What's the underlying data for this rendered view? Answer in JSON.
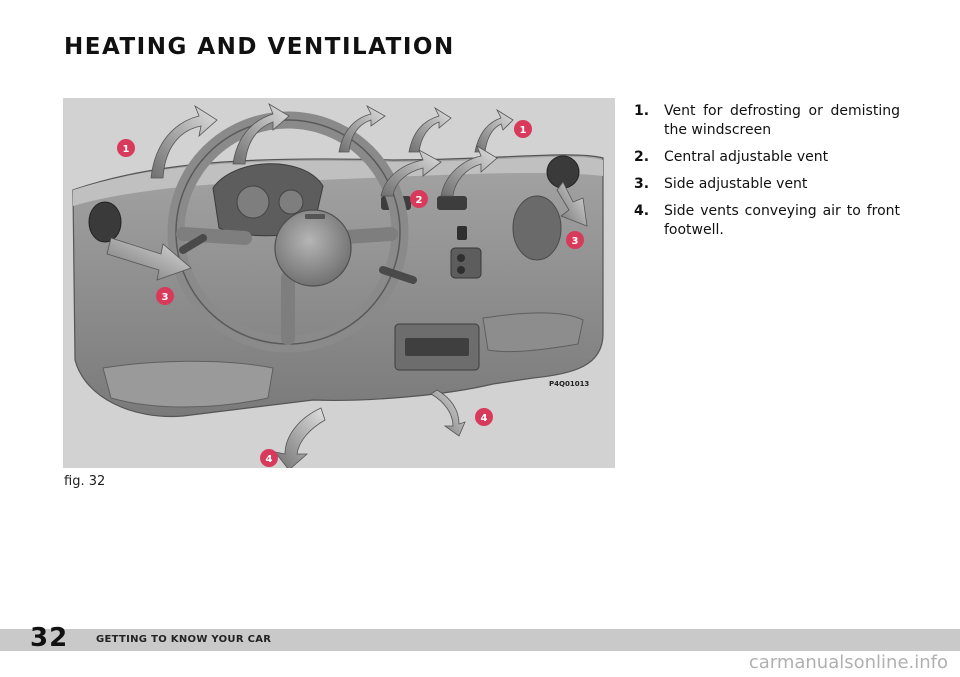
{
  "header": {
    "title": "HEATING AND VENTILATION"
  },
  "figure": {
    "caption": "fig. 32",
    "image_code": "P4Q01013",
    "callouts": {
      "c1_left": "1",
      "c1_right": "1",
      "c2": "2",
      "c3_left": "3",
      "c3_right": "3",
      "c4_left": "4",
      "c4_right": "4"
    }
  },
  "legend": [
    {
      "number": "1.",
      "text": "Vent for defrosting or demisting the windscreen"
    },
    {
      "number": "2.",
      "text": "Central adjustable vent"
    },
    {
      "number": "3.",
      "text": "Side adjustable vent"
    },
    {
      "number": "4.",
      "text": "Side vents conveying air to front footwell."
    }
  ],
  "footer": {
    "page_number": "32",
    "section": "GETTING TO KNOW YOUR CAR"
  },
  "watermark": "carmanualsonline.info",
  "colors": {
    "callout": "#d83a5c",
    "footer_bar": "#c9c9c9"
  }
}
